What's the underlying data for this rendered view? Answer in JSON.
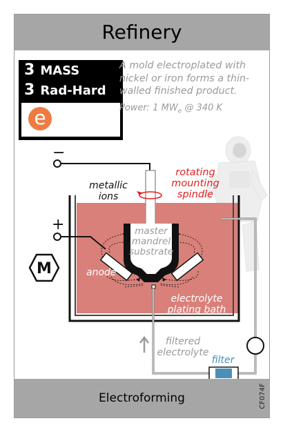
{
  "card": {
    "title": "Refinery",
    "stats": [
      {
        "value": "3",
        "label": "MASS"
      },
      {
        "value": "3",
        "label": "Rad-Hard"
      }
    ],
    "type_badge": "e",
    "description": "A mold electroplated with nickel or iron forms a thin- walled finished product.",
    "power_prefix": "Power: 1 MW",
    "power_sub": "e",
    "power_suffix": " @ 340 K",
    "subtitle": "Electroforming",
    "card_code": "CF074F",
    "icon": "astronaut-illustration"
  },
  "diagram": {
    "negative_terminal": "−",
    "positive_terminal": "+",
    "m_badge": "M",
    "labels": {
      "metallic_ions": [
        "metallic",
        "ions"
      ],
      "rotating_spindle": [
        "rotating",
        "mounting",
        "spindle"
      ],
      "master_mandrel": [
        "master",
        "mandrel",
        "substrate"
      ],
      "anode": "anode",
      "electrolyte_bath": [
        "electrolyte",
        "plating bath"
      ],
      "filtered_electrolyte": [
        "filtered",
        "electrolyte"
      ],
      "filter": "filter"
    }
  },
  "colors": {
    "bar_gray": "#a6a6a6",
    "bath": "#d9807a",
    "accent_red": "#e02020",
    "badge_orange": "#ee7b43",
    "filter_blue": "#4a90b8",
    "text_gray": "#9a9a9a"
  }
}
